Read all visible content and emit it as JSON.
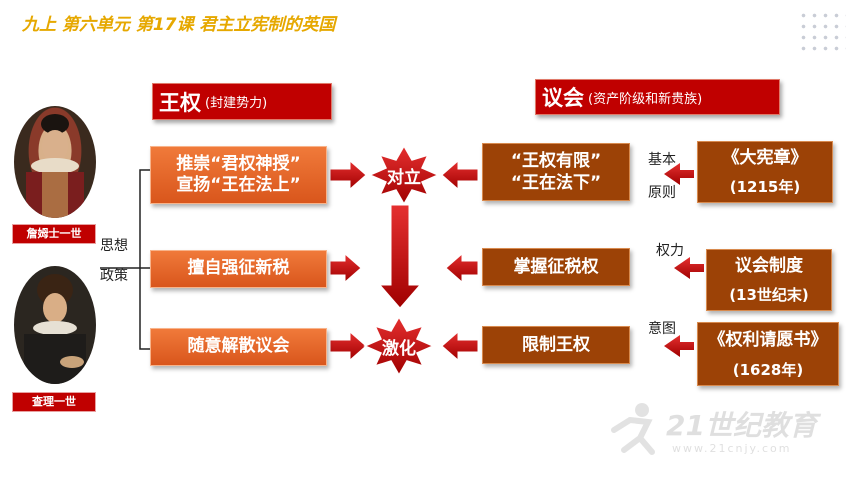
{
  "title": "九上 第六单元  第17课  君主立宪制的英国",
  "kings": [
    {
      "label": "詹姆士一世"
    },
    {
      "label": "查理一世"
    }
  ],
  "side_labels": {
    "thought": "思想",
    "policy": "政策"
  },
  "left_header": {
    "main": "王权",
    "sub": "(封建势力)"
  },
  "right_header": {
    "main": "议会",
    "sub": "(资产阶级和新贵族)"
  },
  "king_actions": [
    {
      "line1": "推崇“君权神授”",
      "line2": "宣扬“王在法上”"
    },
    {
      "line1": "擅自强征新税"
    },
    {
      "line1": "随意解散议会"
    }
  ],
  "center": {
    "conflict": "对立",
    "intensify": "激化"
  },
  "parliament_actions": [
    {
      "line1": "“王权有限”",
      "line2": "“王在法下”"
    },
    {
      "line1": "掌握征税权"
    },
    {
      "line1": "限制王权"
    }
  ],
  "connectors": [
    {
      "top": "基本",
      "bottom": "原则"
    },
    {
      "top": "权力"
    },
    {
      "top": "意图"
    }
  ],
  "documents": [
    {
      "name": "《大宪章》",
      "year": "(1215年)"
    },
    {
      "name": "议会制度",
      "year": "(13世纪末)"
    },
    {
      "name": "《权利请愿书》",
      "year": "(1628年)"
    }
  ],
  "watermark": "21世纪教育",
  "watermark_url": "www.21cnjy.com",
  "colors": {
    "title": "#e6a800",
    "header": "#c00000",
    "orange_box": "#e8642a",
    "brown_box": "#9c4206",
    "arrow": "#c00000"
  }
}
